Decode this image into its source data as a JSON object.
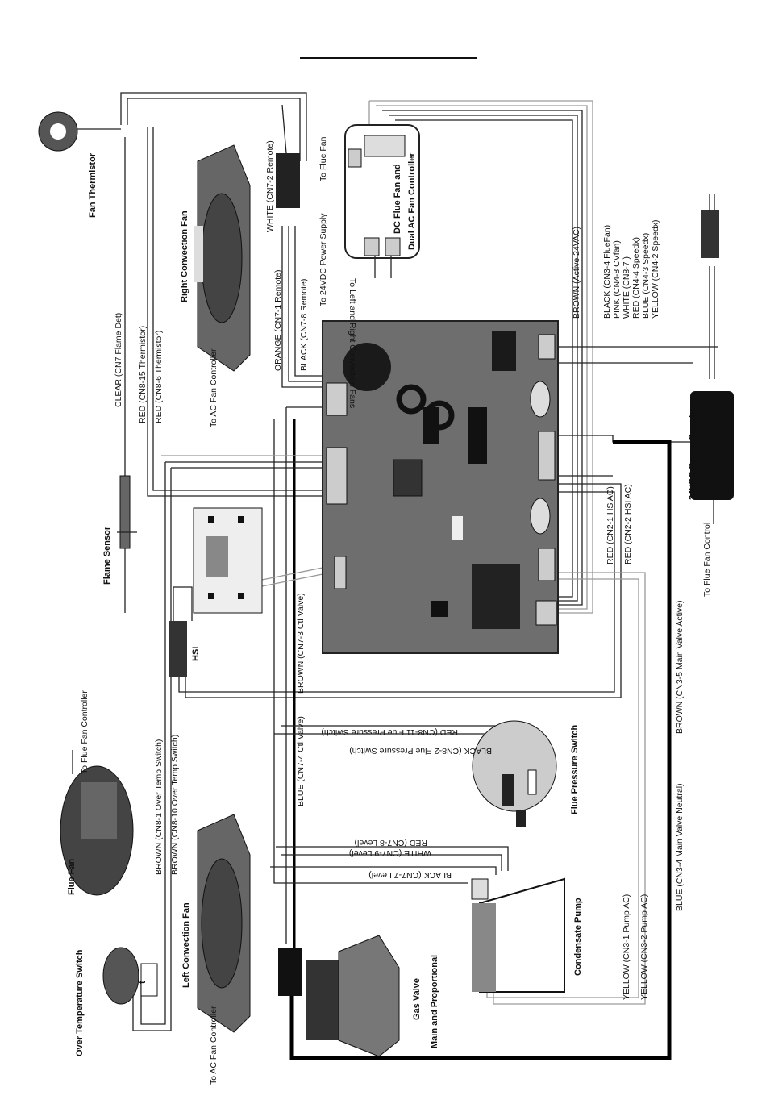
{
  "labels": {
    "fan_thermistor": "Fan Thermistor",
    "right_convection_fan": "Right Convection Fan",
    "to_ac_fan_controller_right": "To AC Fan Controller",
    "clear_cn7": "CLEAR  (CN7 Flame Det)",
    "red_cn8_15": "RED  (CN8-15 Thermistor)",
    "red_cn8_6": "RED  (CN8-6 Thermistor)",
    "white_cn7_2": "WHITE  (CN7-2 Remote)",
    "orange_cn7_1": "ORANGE  (CN7-1 Remote)",
    "black_cn7_8": "BLACK  (CN7-8 Remote)",
    "to_flue_fan_top": "To Flue Fan",
    "dc_flue_fan_title_1": "DC Flue Fan and",
    "dc_flue_fan_title_2": "Dual AC Fan Controller",
    "to_24vdc_power_supply": "To 24VDC Power Supply",
    "to_left_right_conv_fans": "To Left and Right Convection Fans",
    "brown_active_24vac": "BROWN  (Active 24VAC)",
    "black_cn3_4": "BLACK  (CN3-4 FlueFan)",
    "pink_cn4_8": "PINK  (CN4-8 CVfan)",
    "white_cn8_7": "WHITE  (CN8-7 )",
    "red_cn4_4": "RED  (CN4-4 Speedx)",
    "blue_cn4_3": "BLUE  (CN4-3 Speedx)",
    "yellow_cn4_2": "YELLOW  (CN4-2 Speedx)",
    "power_supply_24vdc": "24VDC Power Supply",
    "to_flue_fan_control": "To Flue Fan Control",
    "red_cn2_1": "RED  (CN2-1 HS AC)",
    "red_cn2_2": "RED  (CN2-2 HSI AC)",
    "flame_sensor": "Flame Sensor",
    "hsi": "HSI",
    "brown_cn7_3": "BROWN  (CN7-3 Ctl Valve)",
    "blue_cn7_4": "BLUE  (CN7-4 Ctl Valve)",
    "red_cn8_11": "RED  (CN8-11 Flue Pressure Switch)",
    "black_cn8_2": "BLACK  (CN8-2 Flue Pressure Switch)",
    "flue_pressure_switch": "Flue Pressure Switch",
    "blue_cn3_4_main": "BLUE  (CN3-4 Main Valve Neutral)",
    "brown_cn3_5_main": "BROWN  (CN3-5 Main Valve Active)",
    "flue_fan": "Flue Fan",
    "to_flue_fan_controller": "To Flue Fan Controller",
    "brown_cn8_1": "BROWN  (CN8-1 Over Temp Switch)",
    "brown_cn8_10": "BROWN  (CN8-10 Over Temp Switch)",
    "left_convection_fan": "Left Convection Fan",
    "to_ac_fan_controller_left": "To AC Fan Controller",
    "over_temperature_switch": "Over Temperature Switch",
    "temp_symbol": "t",
    "gas_valve": "Gas Valve",
    "main_and_proportional": "Main and Proportional",
    "red_cn7_8_level": "RED  (CN7-8 Level)",
    "white_cn7_9_level": "WHITE  (CN7-9 Level)",
    "black_cn7_7_level": "BLACK  (CN7-7 Level)",
    "condensate_pump": "Condensate Pump",
    "yellow_cn3_1": "YELLOW  (CN3-1 Pump AC)",
    "yellow_cn3_2": "YELLOW  (CN3-2 Pump AC)"
  },
  "colors": {
    "wire": "#222222",
    "wire_grey": "#9a9a9a",
    "board": "#6e6e6e",
    "component": "#3a3a3a"
  }
}
